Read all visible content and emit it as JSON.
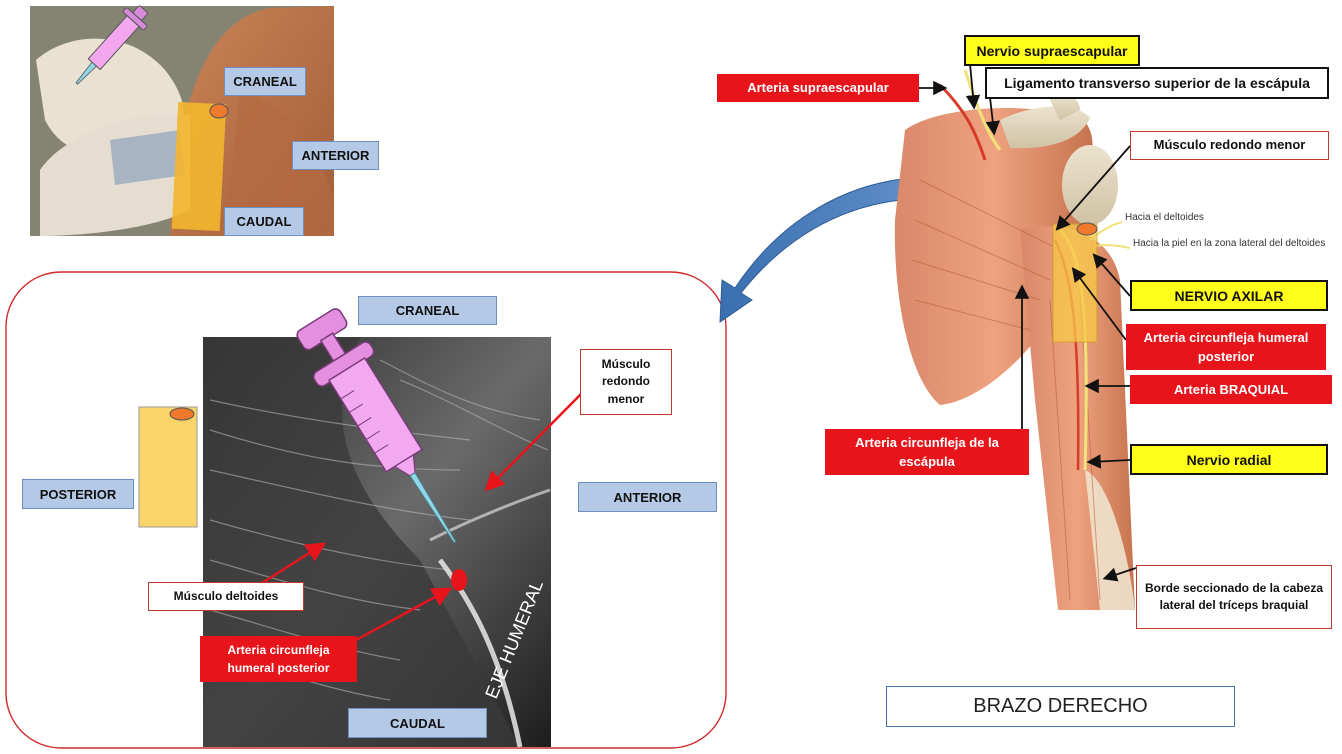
{
  "photo_labels": {
    "craneal": "CRANEAL",
    "anterior": "ANTERIOR",
    "caudal": "CAUDAL"
  },
  "us_labels": {
    "craneal": "CRANEAL",
    "caudal": "CAUDAL",
    "posterior": "POSTERIOR",
    "anterior": "ANTERIOR",
    "musculo_redondo_menor": "Músculo redondo menor",
    "musculo_deltoides": "Músculo deltoides",
    "arteria_circunfleja": "Arteria circunfleja humeral posterior",
    "eje_humeral": "EJE HUMERAL"
  },
  "anatomy_labels": {
    "nervio_supraescapular": "Nervio supraescapular",
    "arteria_supraescapular": "Arteria supraescapular",
    "ligamento": "Ligamento transverso  superior de la escápula",
    "musculo_redondo_menor": "Músculo redondo menor",
    "hacia_deltoides": "Hacia el deltoides",
    "hacia_piel": "Hacia la piel en la zona lateral del deltoides",
    "nervio_axilar": "NERVIO  AXILAR",
    "arteria_circunfleja_humeral": "Arteria circunfleja humeral posterior",
    "arteria_braquial": "Arteria BRAQUIAL",
    "arteria_circunfleja_escapula": "Arteria  circunfleja de la escápula",
    "nervio_radial": "Nervio radial",
    "borde_seccionado": "Borde seccionado de la cabeza lateral del tríceps braquial"
  },
  "caption": "BRAZO DERECHO",
  "colors": {
    "label_blue": "#b4c9e6",
    "label_red": "#e8141c",
    "label_yellow": "#ffff1a",
    "probe": "#f7c948",
    "syringe": "#e48fe0",
    "arrow_curve": "#4f86c6"
  }
}
